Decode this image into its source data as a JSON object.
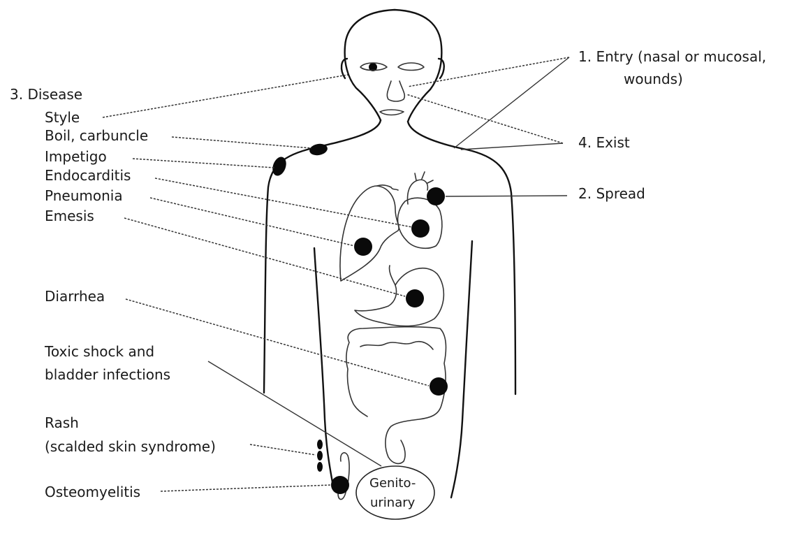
{
  "labels": {
    "entry_line1": "1. Entry (nasal or mucosal,",
    "entry_line2": "wounds)",
    "spread": "2. Spread",
    "disease_header": "3. Disease",
    "exist": "4. Exist",
    "style": "Style",
    "boil": "Boil, carbuncle",
    "impetigo": "Impetigo",
    "endocarditis": "Endocarditis",
    "pneumonia": "Pneumonia",
    "emesis": "Emesis",
    "diarrhea": "Diarrhea",
    "toxic_line1": "Toxic shock and",
    "toxic_line2": "bladder infections",
    "rash_line1": "Rash",
    "rash_line2": "(scalded skin syndrome)",
    "osteomyelitis": "Osteomyelitis",
    "genito_line1": "Genito-",
    "genito_line2": "urinary"
  },
  "colors": {
    "ink": "#111111",
    "dot": "#0a0a0a",
    "background": "#ffffff"
  }
}
